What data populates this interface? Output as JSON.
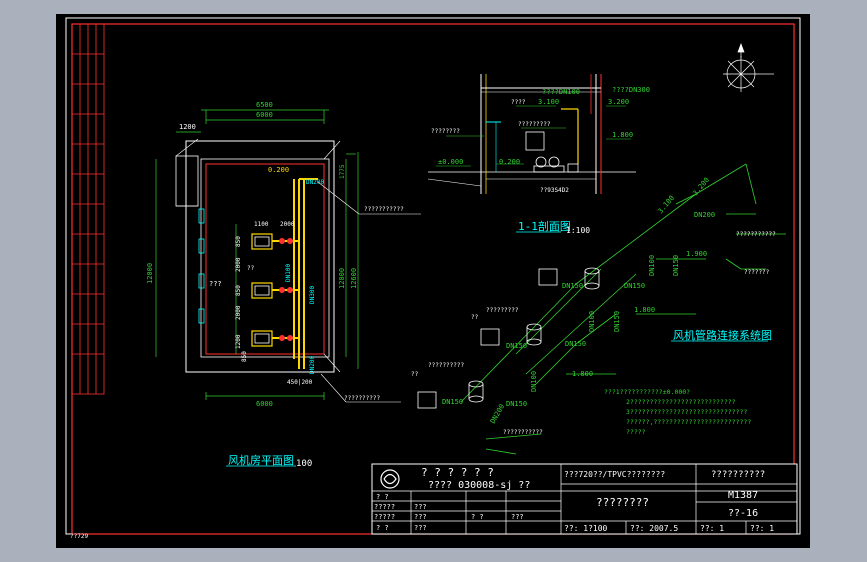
{
  "colors": {
    "background": "#000000",
    "frame": "#ff3030",
    "wall": "#ffffff",
    "dimension": "#32d232",
    "pipe": "#ffd700",
    "label": "#00ffff"
  },
  "icons": [
    "north-arrow-icon",
    "fan-unit-icon",
    "valve-icon",
    "tank-icon"
  ],
  "plan": {
    "title": "风机房平面图",
    "scale": "100",
    "dim_top_outer": "6500",
    "dim_top_inner": "6000",
    "dim_left_wall": "1200",
    "dim_bottom": "6000",
    "dim_left_height": "12000",
    "dim_right_1": "12000",
    "dim_right_2": "12600",
    "dim_right_top": "1775",
    "elev": "0.200",
    "dn_main": "DN200",
    "dn_drop": "DN100",
    "dn_riser": "DN300",
    "dn_bottom": "DN200",
    "callout_1": "???????????",
    "callout_2": "??????????",
    "room_label": "???",
    "unit_label": "??",
    "bottom_marks": "450|200",
    "unit_dims": [
      "1100",
      "2000",
      "850",
      "2000",
      "850",
      "2000",
      "1200",
      "850"
    ]
  },
  "section": {
    "title": "1-1剖面图",
    "scale": "1:100",
    "elev_ground": "±0.000",
    "elev_floor": "0.200",
    "elev_upper": "3.100",
    "elev_mid": "3.200",
    "elev_right": "1.800",
    "note_top": "????DN300",
    "note_dn100": "????DN100",
    "label_left": "????????",
    "label_unit": "?????????",
    "label_fan": "????",
    "drawing_ref": "??93S4D2"
  },
  "system": {
    "title": "风机管路连接系统图",
    "elev_a": "3.100",
    "elev_b": "3.200",
    "elev_c": "1.800",
    "elev_d": "1.900",
    "elev_e": "1.800",
    "dn_top": "DN200",
    "dn_labels": [
      "DN150",
      "DN150",
      "DN100",
      "DN150",
      "DN150",
      "DN150",
      "DN100",
      "DN150",
      "DN200",
      "DN150",
      "DN100",
      "DN150"
    ],
    "callouts": [
      "???????????",
      "???????",
      "?????????",
      "??",
      "??????????",
      "??",
      "???????????"
    ],
    "notes": [
      "???1???????????±0.000?",
      "2???????????????????????????",
      "3??????????????????????????????",
      "??????,?????????????????????????",
      "?????"
    ]
  },
  "title_block": {
    "company": "? ? ? ? ? ?",
    "project_code": "???? 030008-sj ??",
    "project_name": "???720??/TPVC????????",
    "drawing_name": "????????",
    "client": "??????????",
    "drawing_no": "M1387",
    "sheet": "??-16",
    "scale": "??: 1?100",
    "date": "??: 2007.5",
    "count_a": "??: 1",
    "count_b": "??: 1",
    "rows": [
      [
        "?  ?",
        "",
        "",
        ""
      ],
      [
        "?????",
        "???",
        "",
        ""
      ],
      [
        "?????",
        "???",
        "?  ?",
        "???"
      ],
      [
        "?  ?",
        "???",
        "",
        ""
      ]
    ]
  },
  "corner_text": "??729"
}
